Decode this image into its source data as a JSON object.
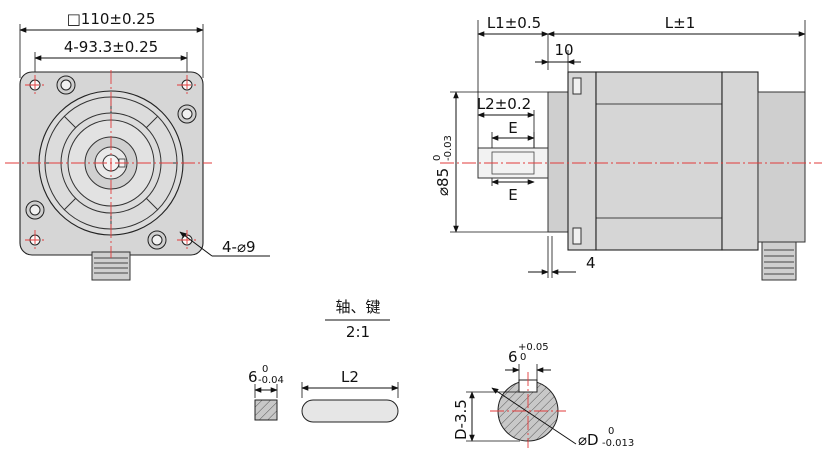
{
  "front_view": {
    "square_size_dim": "□110±0.25",
    "hole_spacing_dim": "4-93.3±0.25",
    "holes_dim": "4-⌀9"
  },
  "side_view": {
    "l1_dim": "L1±0.5",
    "l_dim": "L±1",
    "flange_dim": "10",
    "l2_dim": "L2±0.2",
    "e_top_label": "E",
    "e_bottom_label": "E",
    "pilot_diameter": "⌀85",
    "pilot_tol_upper": "0",
    "pilot_tol_lower": "-0.03",
    "rear_dim": "4"
  },
  "detail": {
    "title": "轴、键",
    "scale": "2:1",
    "key_width_dim": "6",
    "key_width_tol_upper": "0",
    "key_width_tol_lower": "-0.04",
    "key_length_dim": "L2",
    "slot_width_dim": "6",
    "slot_tol_upper": "+0.05",
    "slot_tol_lower": "0",
    "shaft_depth_dim": "D-3.5",
    "shaft_diameter": "⌀D",
    "shaft_tol_upper": "0",
    "shaft_tol_lower": "-0.013"
  },
  "colors": {
    "centerline": "#e23b3b",
    "body_fill": "#d6d6d6",
    "outline": "#111111"
  }
}
